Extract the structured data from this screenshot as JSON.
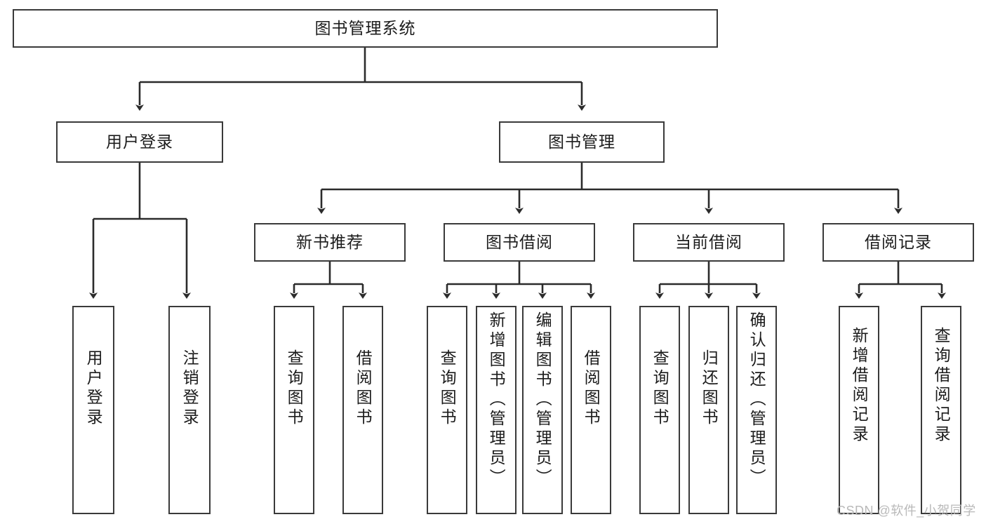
{
  "diagram": {
    "type": "tree-hierarchy-chart",
    "title_node": {
      "label": "图书管理系统"
    },
    "level2": [
      {
        "label": "用户登录"
      },
      {
        "label": "图书管理"
      }
    ],
    "level3": [
      {
        "label": "新书推荐"
      },
      {
        "label": "图书借阅"
      },
      {
        "label": "当前借阅"
      },
      {
        "label": "借阅记录"
      }
    ],
    "leaves": {
      "user_login": [
        {
          "label": "用户登录"
        },
        {
          "label": "注销登录"
        }
      ],
      "new_book_recommend": [
        {
          "label": "查询图书"
        },
        {
          "label": "借阅图书"
        }
      ],
      "book_borrow": [
        {
          "label": "查询图书"
        },
        {
          "label": "新增图书（管理员）"
        },
        {
          "label": "编辑图书（管理员）"
        },
        {
          "label": "借阅图书"
        }
      ],
      "current_borrow": [
        {
          "label": "查询图书"
        },
        {
          "label": "归还图书"
        },
        {
          "label": "确认归还（管理员）"
        }
      ],
      "borrow_record": [
        {
          "label": "新增借阅记录"
        },
        {
          "label": "查询借阅记录"
        }
      ]
    },
    "watermark": {
      "text": "CSDN @软件_小贺同学"
    },
    "colors": {
      "box_border": "#3a3a3a",
      "connector": "#2b2b2b",
      "background": "#ffffff",
      "text": "#1c1c1c",
      "watermark": "#b9b9b9"
    }
  }
}
